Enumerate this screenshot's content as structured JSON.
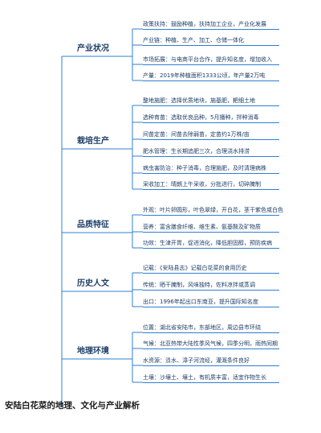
{
  "title": "安陆白花菜的地理、文化与产业解析",
  "colors": {
    "line": "#2f7fd0",
    "text": "#1d3d66"
  },
  "branches": [
    {
      "label": "产业状况",
      "items": [
        "政策扶持：鼓励种植，扶持加工企业，产业化发展",
        "产业链：种植、生产、加工、仓储一体化",
        "市场拓展：与电商平台合作，提升知名度，增加收入",
        "产量：2019年种植面积1333公顷，年产量2万吨"
      ]
    },
    {
      "label": "栽培生产",
      "items": [
        "整地施肥：选择优质地块，施基肥，耙细土地",
        "选种育苗：选取优良品种，5月播种，拌种消毒",
        "间苗定苗：间苗去除弱苗，定苗约1万株/亩",
        "肥水管理：生长期追肥三次，合理浇水排涝",
        "病虫害防治：种子消毒，合理施肥，及时清理病株",
        "采收加工：晴朗上午采收，分批进行，切碎腌制"
      ]
    },
    {
      "label": "品质特征",
      "items": [
        "外观：叶片卵圆形，叶色翠绿，开白花，茎干紫色或白色",
        "营养：富含膳食纤维、维生素、氨基酸及矿物质",
        "功效：生津开胃，促进消化，降低胆固醇，预防疾病"
      ]
    },
    {
      "label": "历史人文",
      "items": [
        "记载：《安陆县志》记载白花菜的食用历史",
        "传统：晒干腌制，风味独特，佐料凉拌或蒸调",
        "出口：1996年起出口东南亚，提升国际知名度"
      ]
    },
    {
      "label": "地理环境",
      "items": [
        "位置：湖北省安陆市，东部地区，周边县市环绕",
        "气候：北亚热带大陆性季风气候，四季分明，雨热同期",
        "水资源：涢水、漳子河流经，灌溉条件良好",
        "土壤：沙壤土、壤土，有机质丰富，适宜作物生长"
      ]
    }
  ]
}
